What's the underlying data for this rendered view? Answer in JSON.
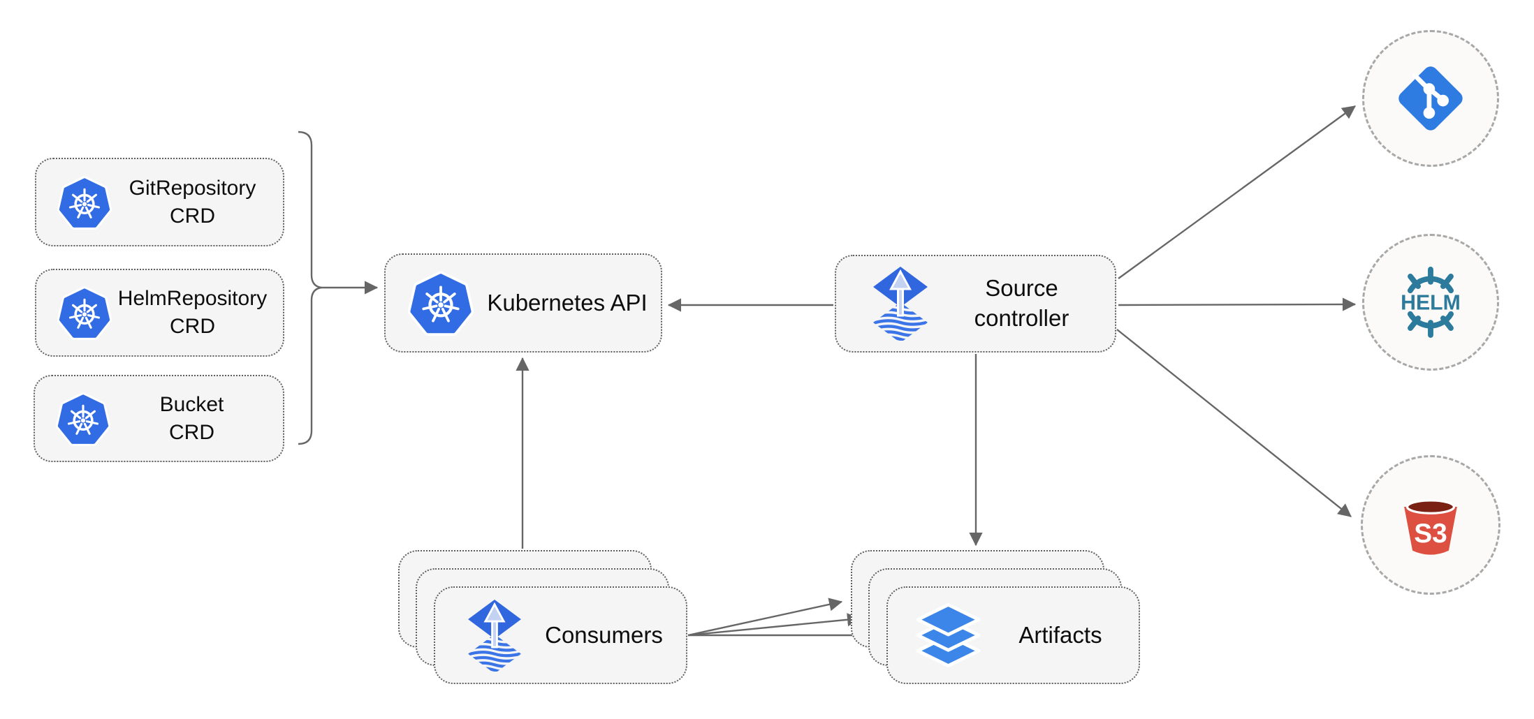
{
  "diagram": {
    "crd_boxes": [
      {
        "line1": "GitRepository",
        "line2": "CRD",
        "icon": "kubernetes-icon"
      },
      {
        "line1": "HelmRepository",
        "line2": "CRD",
        "icon": "kubernetes-icon"
      },
      {
        "line1": "Bucket",
        "line2": "CRD",
        "icon": "kubernetes-icon"
      }
    ],
    "kubernetes_api": {
      "label": "Kubernetes API",
      "icon": "kubernetes-icon"
    },
    "source_controller": {
      "label": "Source\ncontroller",
      "icon": "flux-icon"
    },
    "consumers": {
      "label": "Consumers",
      "icon": "flux-icon"
    },
    "artifacts": {
      "label": "Artifacts",
      "icon": "layers-icon"
    },
    "externals": {
      "git": {
        "icon": "git-icon"
      },
      "helm": {
        "icon": "helm-icon",
        "text": "HELM"
      },
      "s3": {
        "icon": "s3-bucket-icon",
        "text": "S3"
      }
    },
    "colors": {
      "kubernetes_blue": "#326ce5",
      "git_blue": "#2e7ce2",
      "flux_blue": "#3066de",
      "flux_arrow_light": "#c3d2f0",
      "layers_blue": "#3b86e8",
      "helm_teal": "#2c7a9c",
      "s3_red": "#dd4f41",
      "s3_dark": "#7a2113",
      "arrow_gray": "#666666",
      "box_fill": "#f5f5f5"
    }
  }
}
